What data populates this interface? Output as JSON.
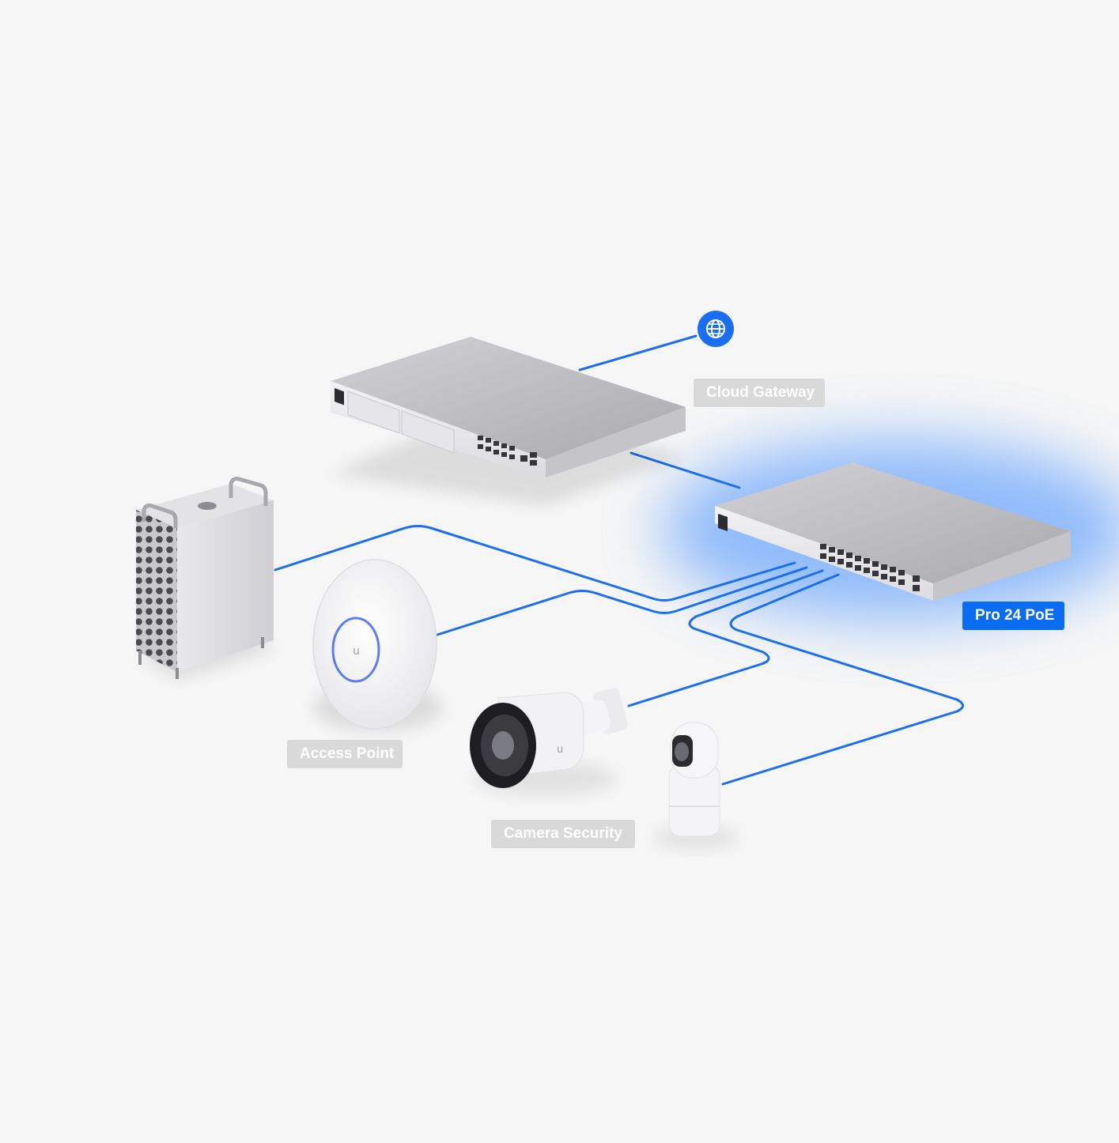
{
  "labels": {
    "cloud_gateway": "Cloud Gateway",
    "pro_switch": "Pro 24 PoE",
    "access_point": "Access Point",
    "camera_security": "Camera Security"
  },
  "icons": {
    "internet": "globe-icon"
  },
  "colors": {
    "background": "#f6f6f6",
    "cable": "#1a6ff0",
    "active_badge": "#0a6cf0",
    "inactive_badge": "#d9d9d9",
    "highlight_glow": "#3d8bff"
  },
  "active_device": "pro_switch"
}
